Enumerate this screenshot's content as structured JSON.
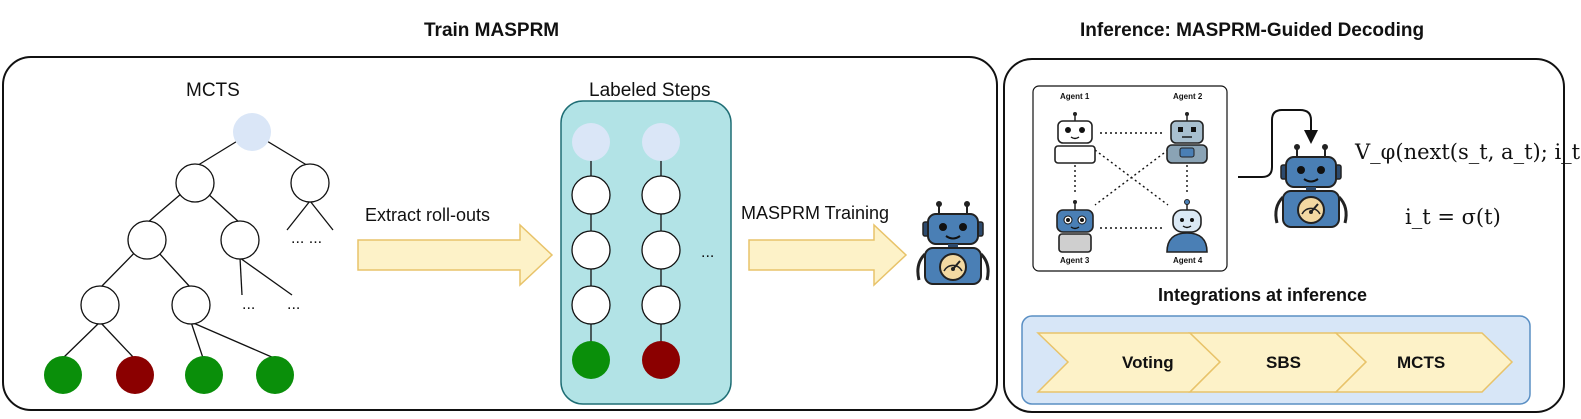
{
  "train": {
    "title": "Train MASPRM",
    "mcts_label": "MCTS",
    "tree_ellipsis": [
      "... ...",
      "...",
      "..."
    ],
    "extract_label": "Extract roll-outs",
    "labeled_steps_label": "Labeled Steps",
    "steps_ellipsis": "...",
    "training_label": "MASPRM Training"
  },
  "inference": {
    "title": "Inference: MASPRM-Guided Decoding",
    "agents": [
      "Agent 1",
      "Agent 2",
      "Agent 3",
      "Agent 4"
    ],
    "formula_value": "V_φ(next(s_t, a_t); i_t)",
    "formula_index": "i_t = σ(t)",
    "integrations_title": "Integrations at inference",
    "stages": [
      "Voting",
      "SBS",
      "MCTS"
    ]
  },
  "colors": {
    "root_node": "#dae6f7",
    "success_leaf": "#0a8f0a",
    "failure_leaf": "#8b0000",
    "steps_panel": "#b2e3e6",
    "arrow_fill": "#fdf2c8",
    "arrow_stroke": "#e8c36a",
    "integration_panel": "#d7e6f7",
    "robot_blue": "#4a7fb5"
  }
}
